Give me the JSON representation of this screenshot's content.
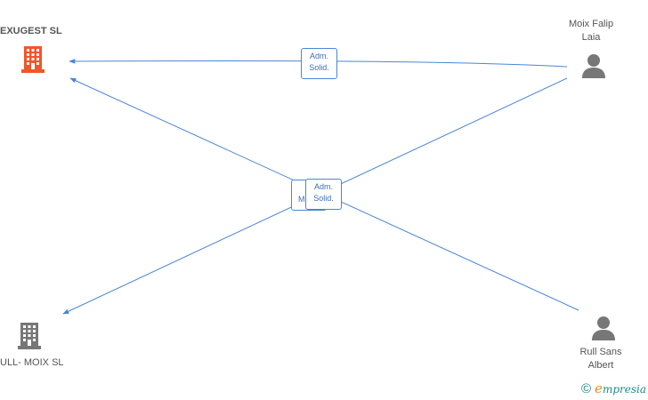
{
  "nodes": {
    "company_top": {
      "label": "EXUGEST  SL",
      "color": "#f0562b",
      "icon": "building-icon"
    },
    "company_bottom": {
      "label": "ULL- MOIX  SL",
      "color": "#777777",
      "icon": "building-icon"
    },
    "person_top": {
      "label_line1": "Moix Falip",
      "label_line2": "Laia",
      "icon": "person-icon"
    },
    "person_bottom": {
      "label_line1": "Rull Sans",
      "label_line2": "Albert",
      "icon": "person-icon"
    }
  },
  "edges": [
    {
      "line1": "Adm.",
      "line2": "Solid."
    },
    {
      "line1": "Adm.",
      "line2": "Mar"
    },
    {
      "line1": "Adm.",
      "line2": "Solid."
    }
  ],
  "footer": {
    "copyright": "©",
    "brand_initial": "e",
    "brand_rest": "mpresia"
  },
  "colors": {
    "edge": "#4a86d4",
    "person": "#777777"
  }
}
